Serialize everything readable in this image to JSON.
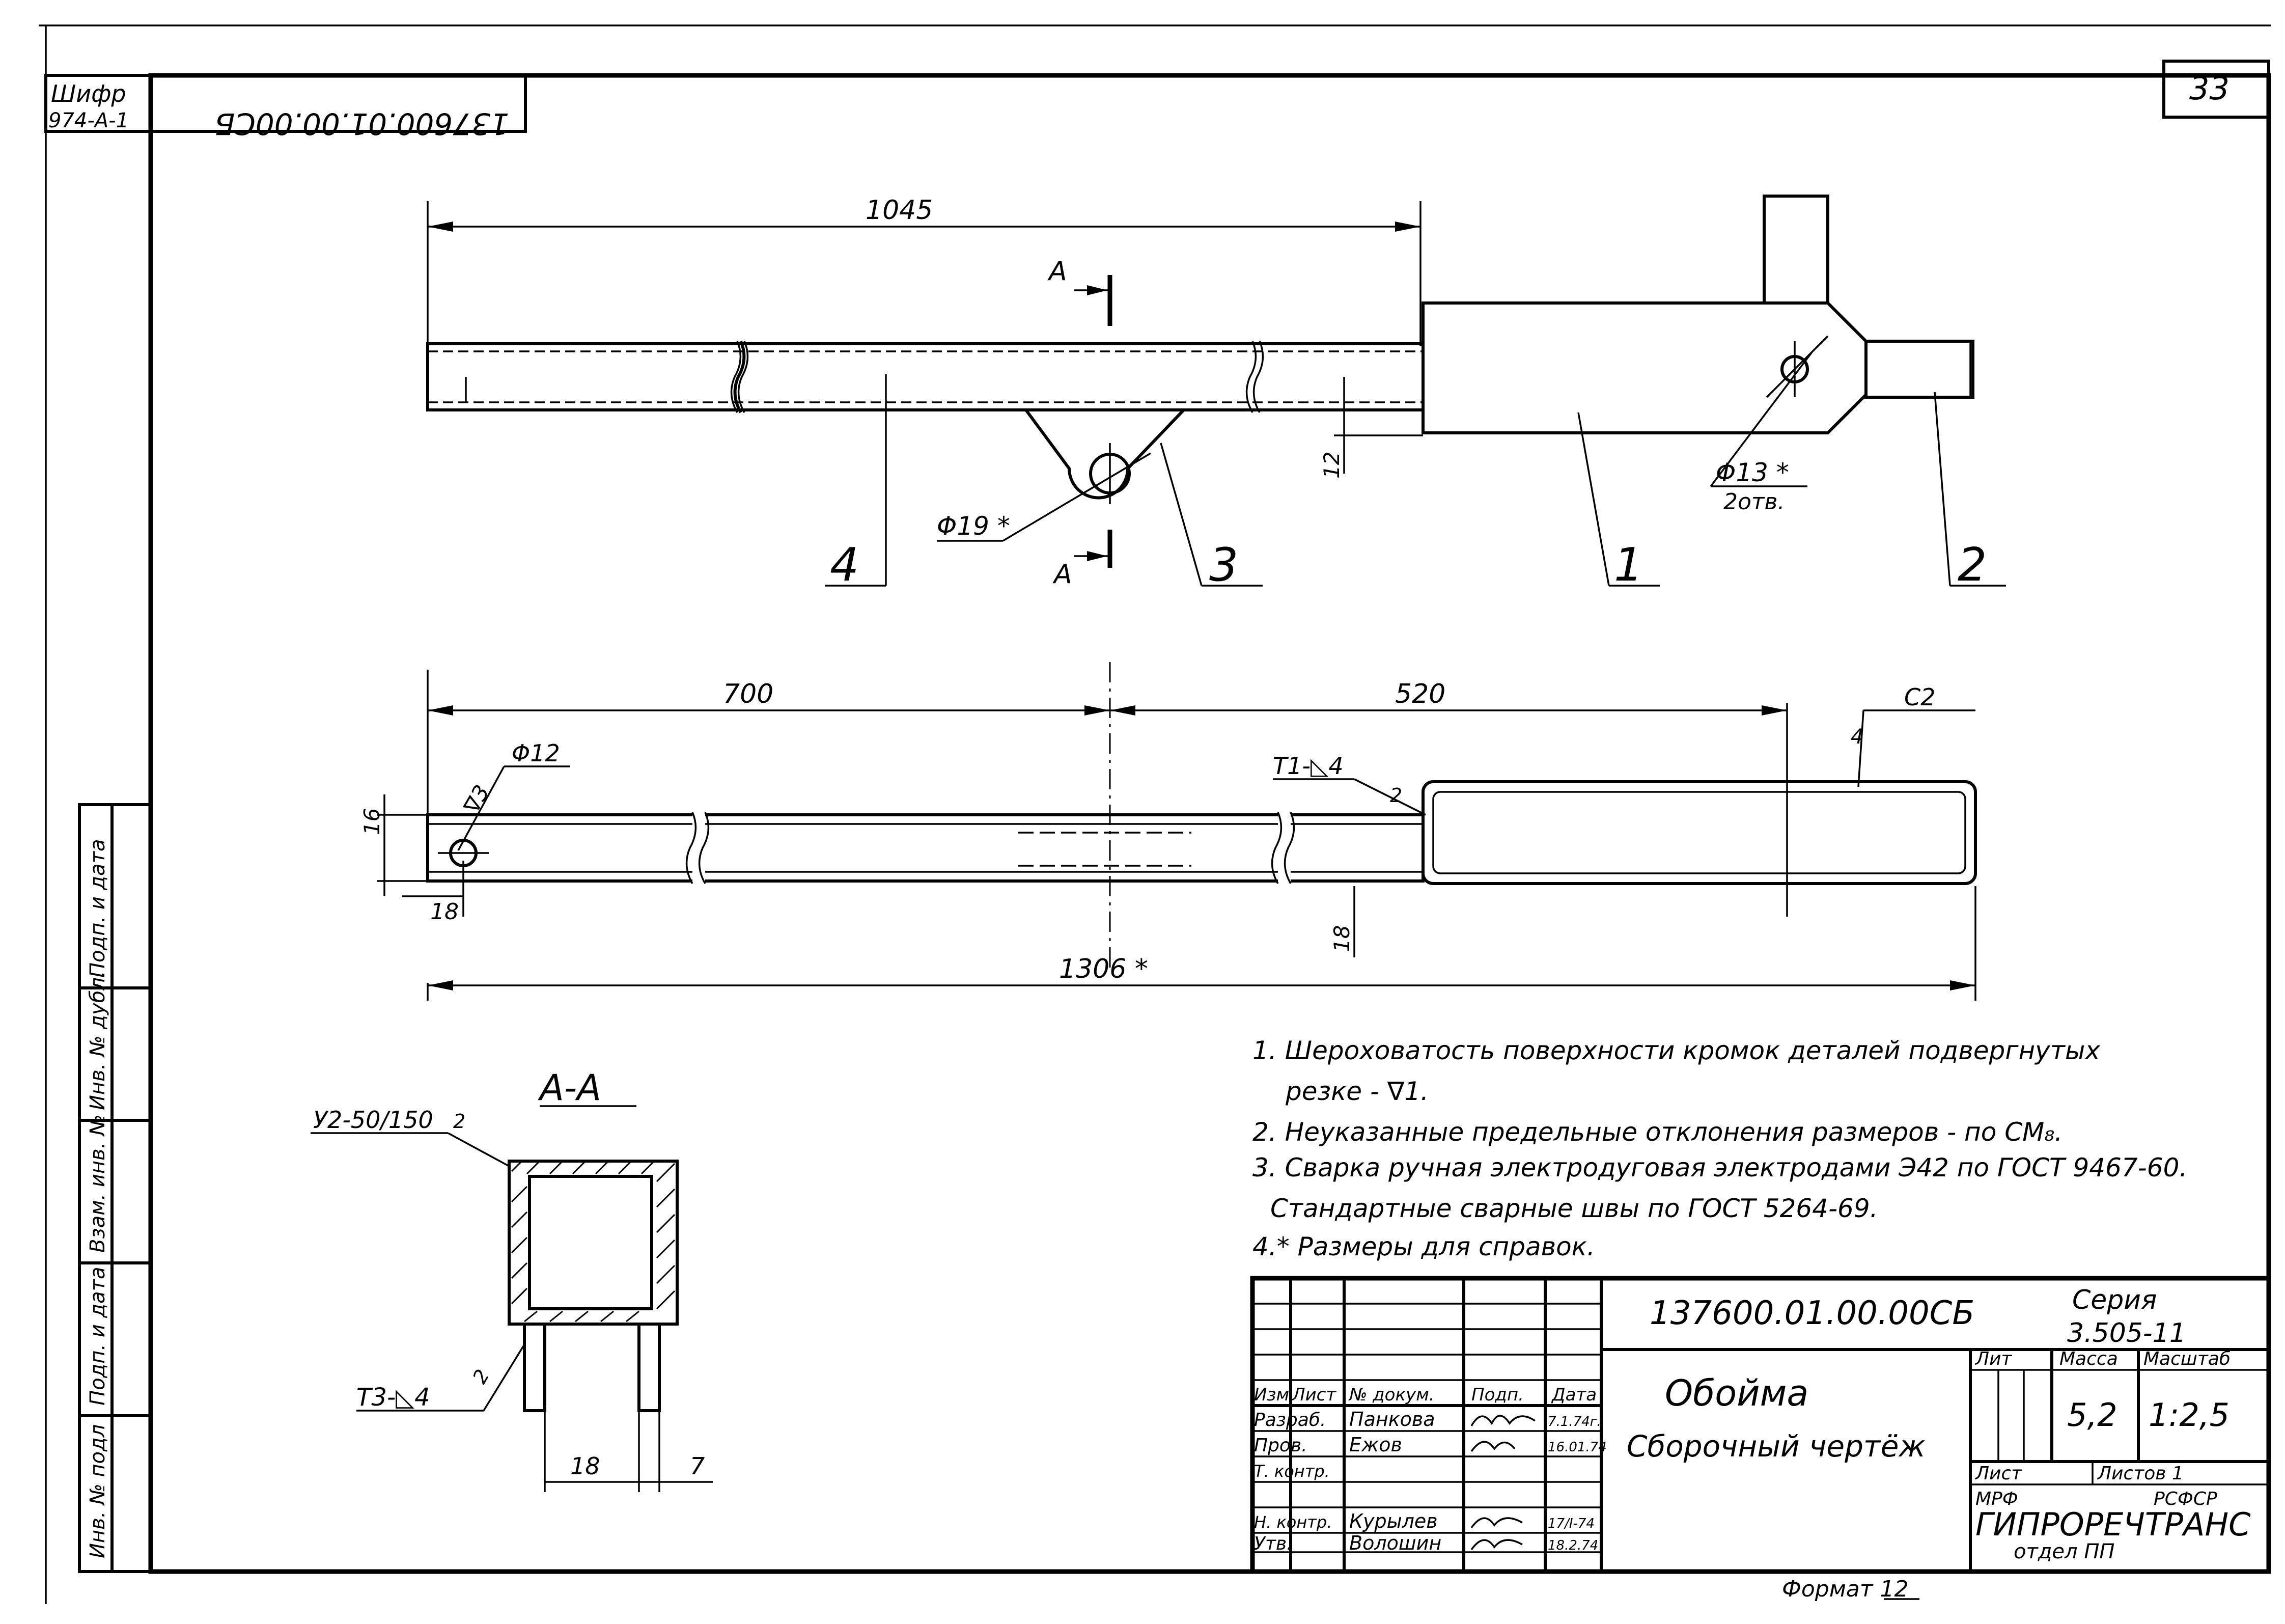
{
  "stamp": {
    "shifr_label": "Шифр",
    "shifr_value": "974-А-1",
    "mirrored_code": "137600.01.00.00СБ",
    "sheet_number": "33"
  },
  "side_labels": [
    "Инв. № подл",
    "Подп. и дата",
    "Взам. инв. №",
    "Инв. № дубл.",
    "Подп. и дата"
  ],
  "top_view": {
    "dim_overall": "1045",
    "section_mark": "А",
    "dim_12": "12",
    "hole_19": "Φ19 *",
    "hole_13": "Φ13 *",
    "holes_count": "2отв.",
    "callouts": [
      "4",
      "3",
      "1",
      "2"
    ]
  },
  "plan_view": {
    "dim_700": "700",
    "dim_520": "520",
    "dim_total": "1306 *",
    "dim_16": "16",
    "dim_18a": "18",
    "dim_18b": "18",
    "hole_12": "Φ12",
    "roughness": "∇3",
    "weld_t1": "Т1-◺4",
    "weld_t1_n": "2",
    "weld_c2": "С2",
    "weld_c2_n": "4"
  },
  "section": {
    "title": "А-А",
    "weld_top": "У2-50/150",
    "weld_top_n": "2",
    "weld_bottom": "Т3-◺4",
    "weld_bottom_n": "2",
    "dim_18": "18",
    "dim_7": "7"
  },
  "notes": [
    "1. Шероховатость поверхности кромок деталей подвергнутых",
    "резке - ∇1.",
    "2. Неуказанные предельные отклонения размеров - по СМ₈.",
    "3. Сварка ручная электродуговая электродами Э42 по ГОСТ 9467-60.",
    "Стандартные сварные швы по ГОСТ 5264-69.",
    "4.* Размеры для справок."
  ],
  "title_block": {
    "doc_code": "137600.01.00.00СБ",
    "series_label": "Серия",
    "series_value": "3.505-11",
    "name": "Обойма",
    "subtitle": "Сборочный чертёж",
    "lit_label": "Лит",
    "mass_label": "Масса",
    "scale_label": "Масштаб",
    "mass": "5,2",
    "scale": "1:2,5",
    "sheet_label": "Лист",
    "sheets_label": "Листов 1",
    "org_top_left": "МРФ",
    "org_top_right": "РСФСР",
    "org": "ГИПРОРЕЧТРАНС",
    "dept": "отдел ПП",
    "header": [
      "Изм",
      "Лист",
      "№ докум.",
      "Подп.",
      "Дата"
    ],
    "rows": [
      {
        "role": "Разраб.",
        "name": "Панкова",
        "date": "7.1.74г."
      },
      {
        "role": "Пров.",
        "name": "Ежов",
        "date": "16.01.74"
      },
      {
        "role": "Т. контр.",
        "name": "",
        "date": ""
      },
      {
        "role": "",
        "name": "",
        "date": ""
      },
      {
        "role": "Н. контр.",
        "name": "Курылев",
        "date": "17/I-74"
      },
      {
        "role": "Утв.",
        "name": "Волошин",
        "date": "18.2.74"
      }
    ]
  },
  "format": "Формат 12"
}
